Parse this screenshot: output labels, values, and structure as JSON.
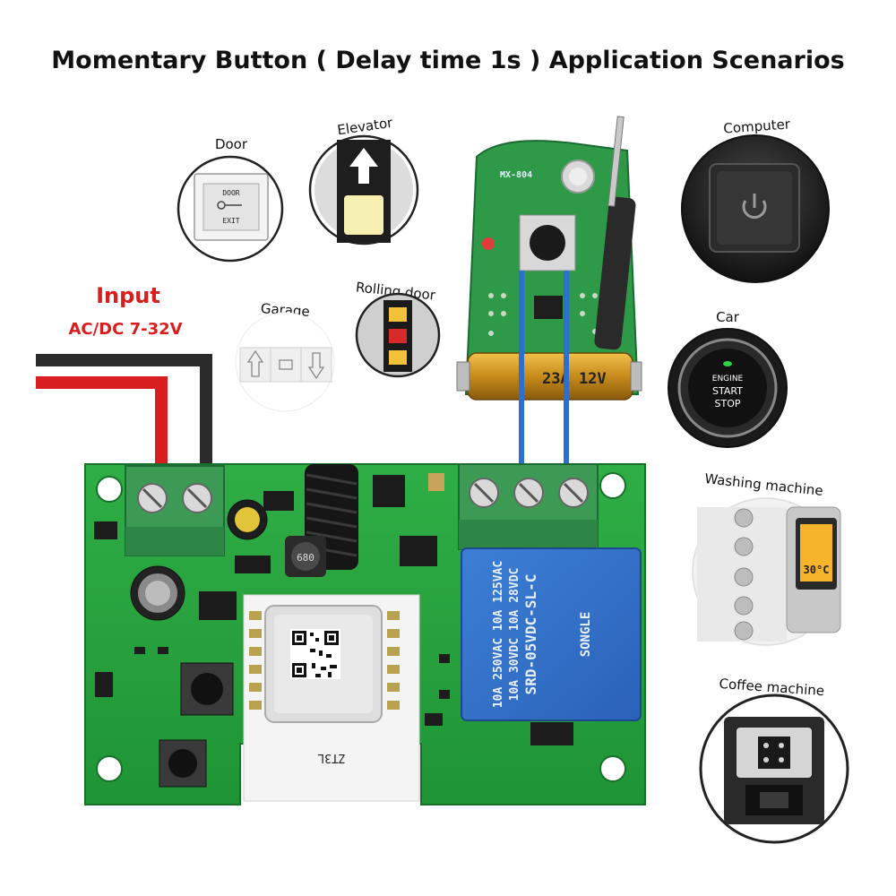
{
  "title": "Momentary Button ( Delay time 1s ) Application Scenarios",
  "input": {
    "label": "Input",
    "voltage": "AC/DC 7-32V"
  },
  "scenarios": {
    "door": "Door",
    "elevator": "Elevator",
    "garage": "Garage",
    "rolling_door": "Rolling door",
    "computer": "Computer",
    "car": "Car",
    "washing_machine": "Washing machine",
    "coffee_machine": "Coffee machine"
  },
  "door_panel": {
    "top": "DOOR",
    "bottom": "EXIT"
  },
  "car_button": {
    "line1": "ENGINE",
    "line2": "START",
    "line3": "STOP"
  },
  "remote": {
    "model": "MX-804",
    "battery": "23A 12V"
  },
  "relay": {
    "line1": "10A 250VAC 10A 125VAC",
    "line2": "10A 30VDC 10A 28VDC",
    "line3": "SRD-05VDC-SL-C",
    "brand": "SONGLE"
  },
  "module": {
    "label": "ZT3L"
  },
  "inductor": {
    "label": "680"
  },
  "washer_display": {
    "value": "30°C"
  }
}
